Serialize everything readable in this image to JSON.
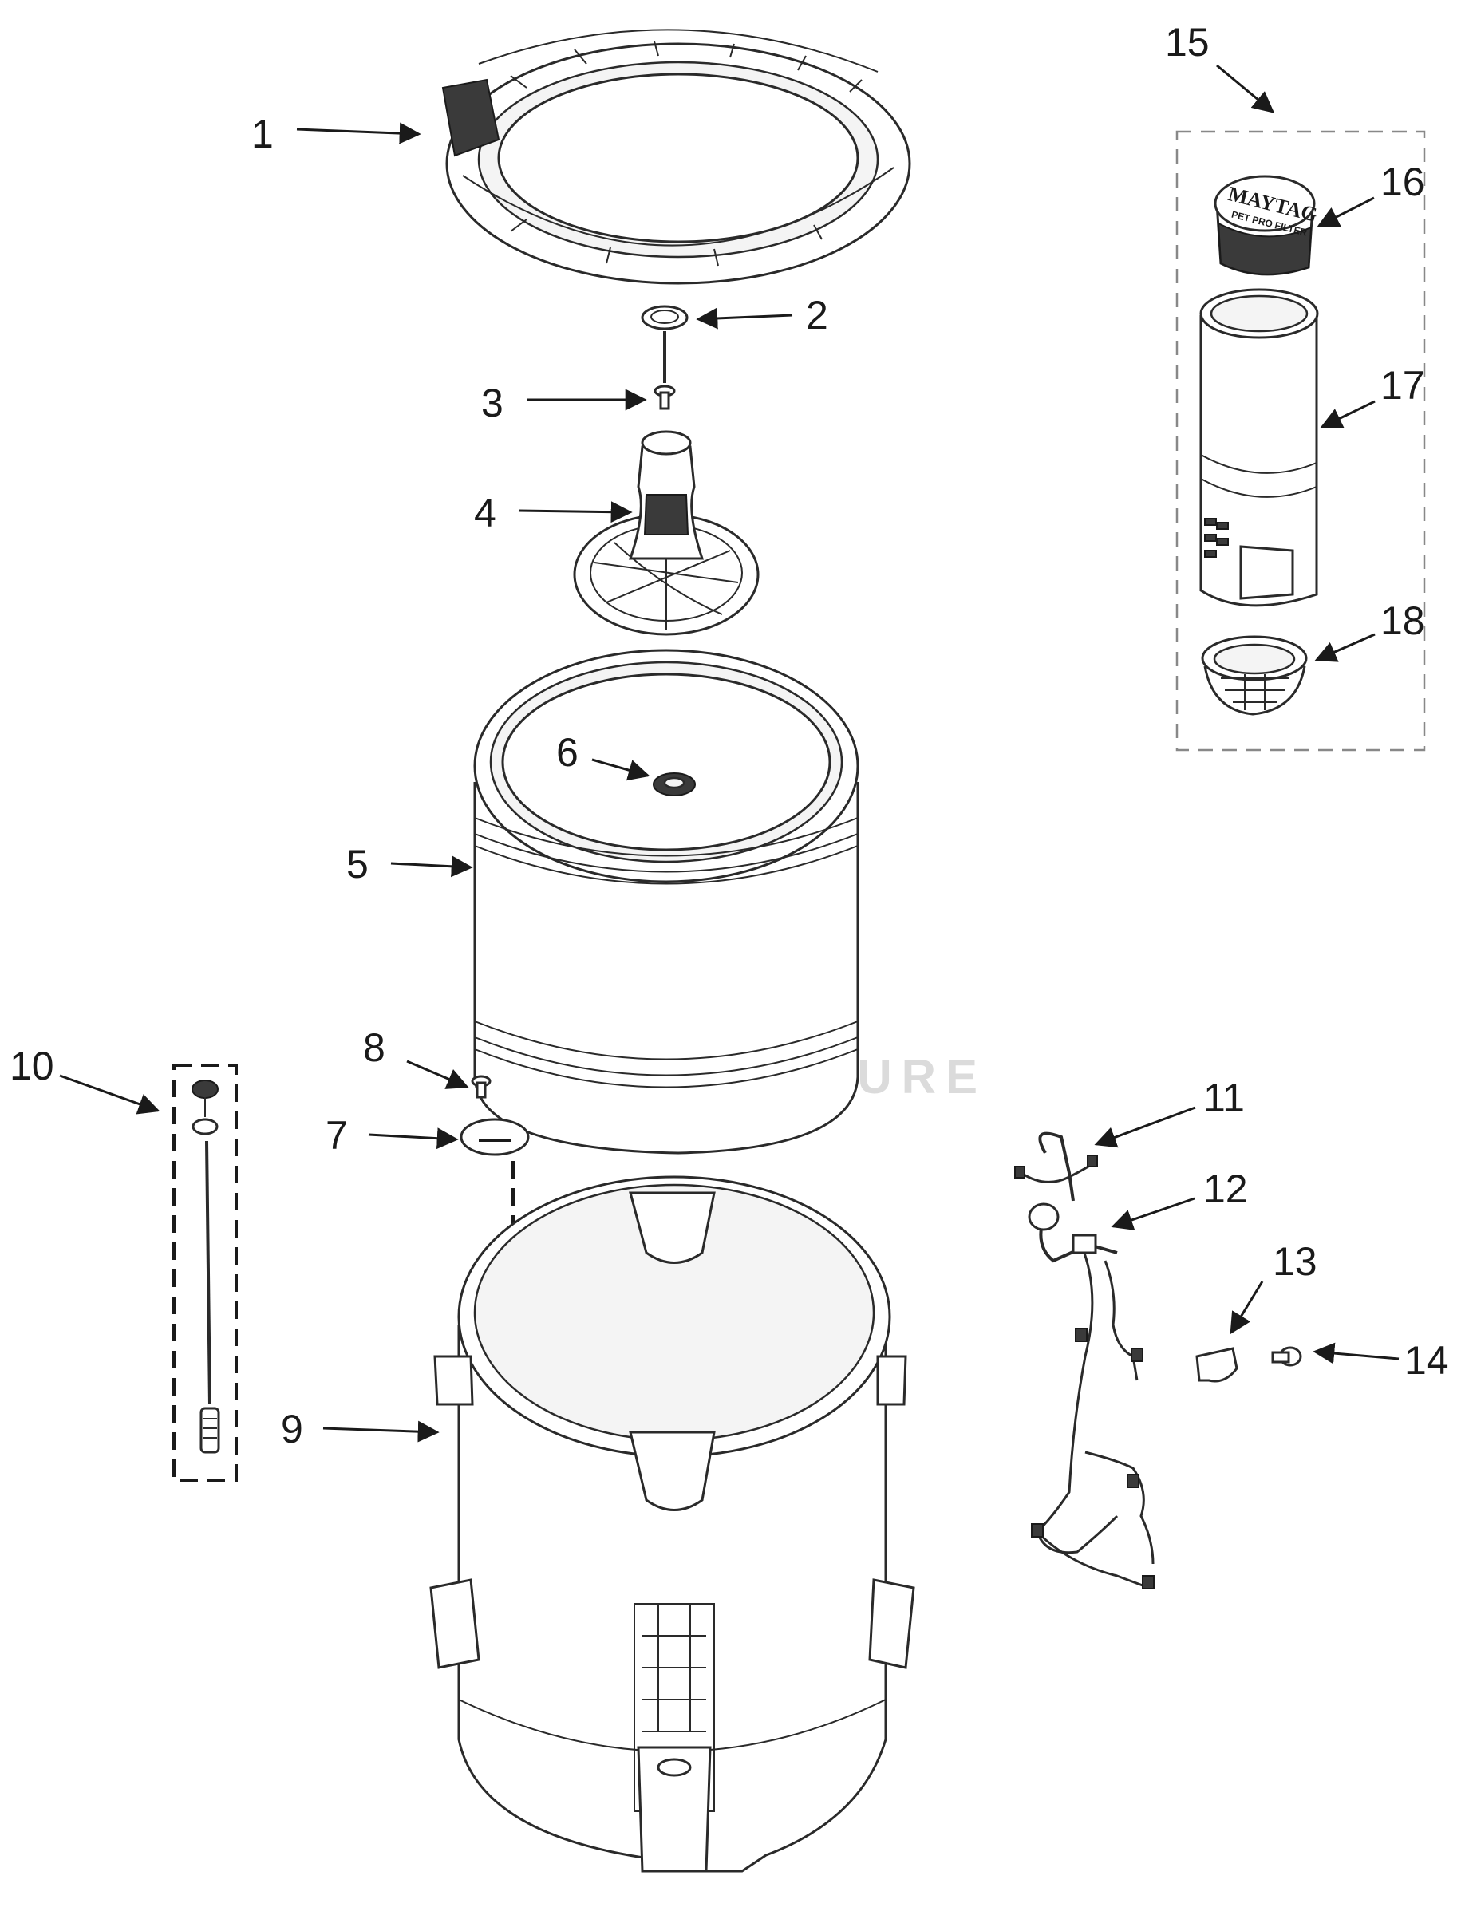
{
  "diagram": {
    "callouts": [
      "1",
      "2",
      "3",
      "4",
      "5",
      "6",
      "7",
      "8",
      "9",
      "10",
      "11",
      "12",
      "13",
      "14",
      "15",
      "16",
      "17",
      "18"
    ],
    "parts": [
      "tub-ring",
      "ring-cap",
      "bolt",
      "agitator",
      "basket",
      "hub-nut",
      "basket-drive-plate",
      "drive-bolt",
      "outer-tub",
      "suspension-rod-kit",
      "wire-harness-upper",
      "wire-harness-main",
      "clip",
      "screw",
      "filter-kit",
      "filter-cap",
      "filter-cylinder",
      "filter-basket"
    ],
    "filter_cap_brand": "MAYTAG",
    "filter_cap_caption": "PET PRO FILTER",
    "watermark": "LEADVENTURE"
  }
}
